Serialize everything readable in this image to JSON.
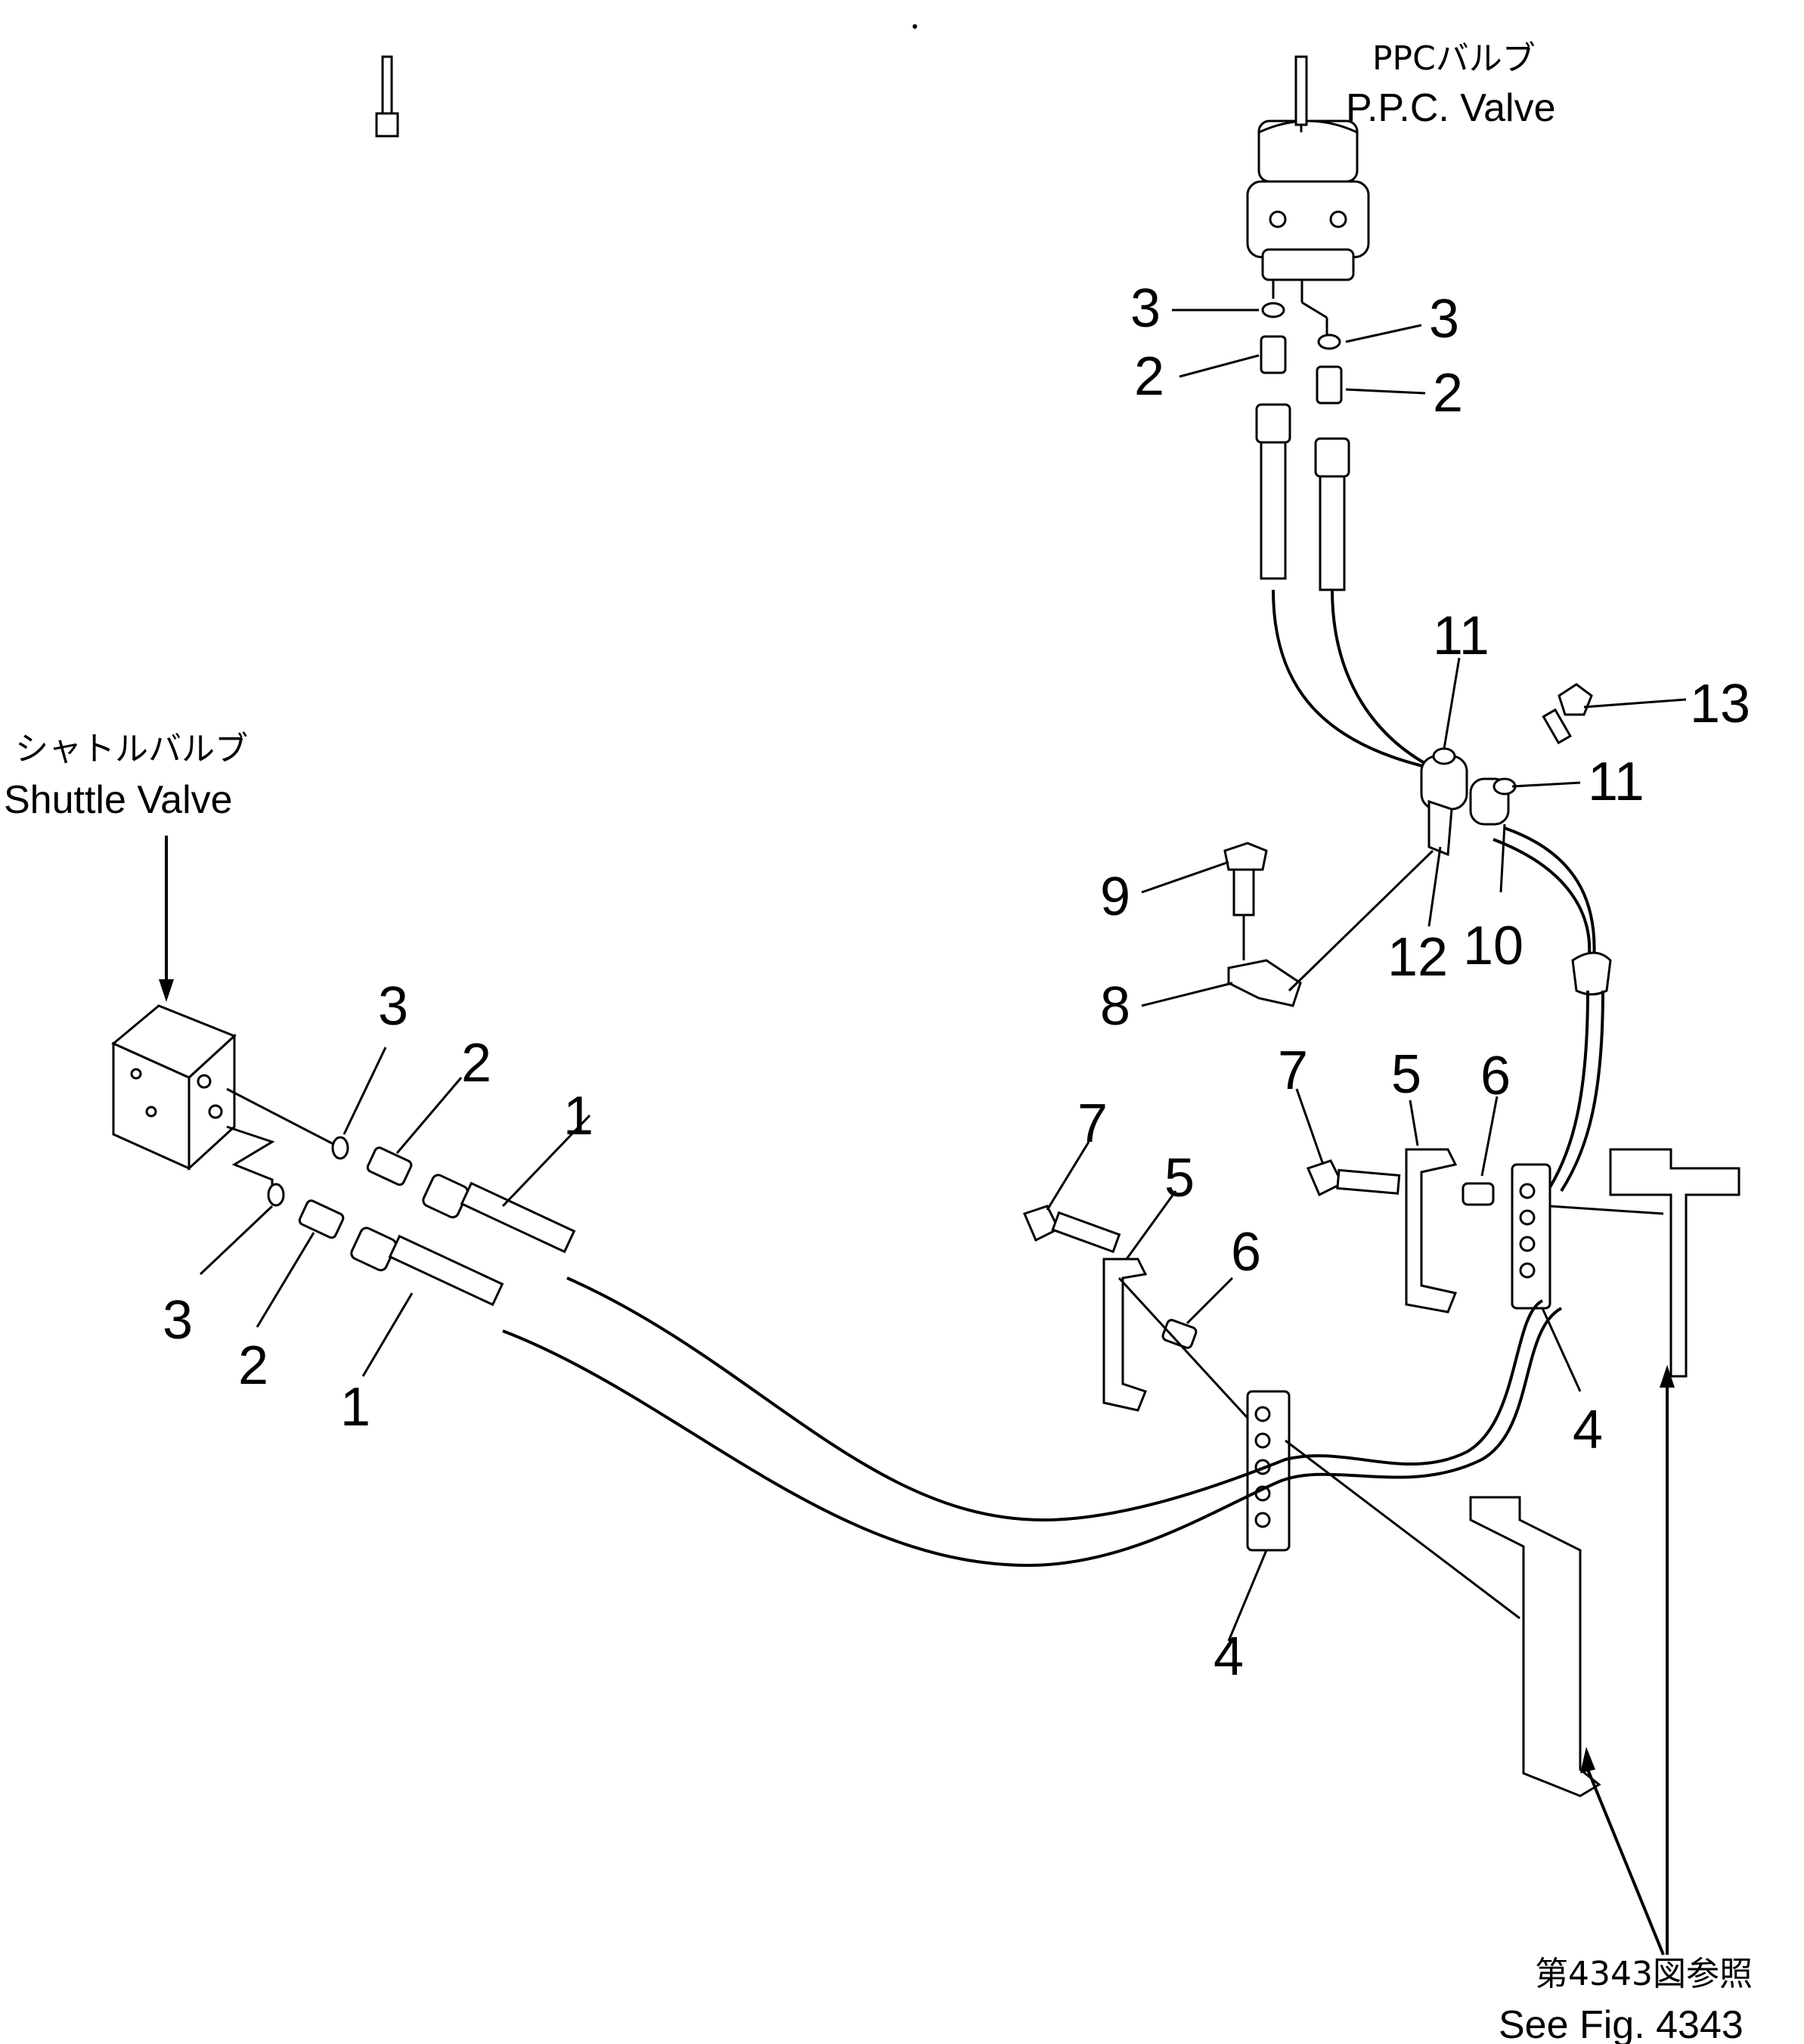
{
  "ppc_valve": {
    "label_jp": "PPCバルブ",
    "label_en": "P.P.C. Valve"
  },
  "shuttle_valve": {
    "label_jp": "シャトルバルブ",
    "label_en": "Shuttle Valve"
  },
  "reference": {
    "label_jp": "第4343図参照",
    "label_en": "See Fig. 4343"
  },
  "callouts": {
    "c1a": "1",
    "c1b": "1",
    "c2a": "2",
    "c2b": "2",
    "c2c": "2",
    "c2d": "2",
    "c3a": "3",
    "c3b": "3",
    "c3c": "3",
    "c3d": "3",
    "c4a": "4",
    "c4b": "4",
    "c5a": "5",
    "c5b": "5",
    "c6a": "6",
    "c6b": "6",
    "c7a": "7",
    "c7b": "7",
    "c8": "8",
    "c9": "9",
    "c10": "10",
    "c11a": "11",
    "c11b": "11",
    "c12": "12",
    "c13": "13"
  }
}
